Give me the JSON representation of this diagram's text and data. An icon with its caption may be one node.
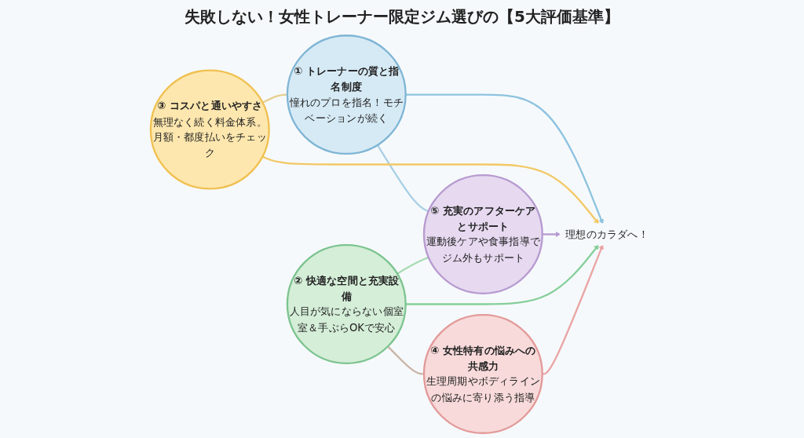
{
  "diagram": {
    "title": "失敗しない！女性トレーナー限定ジム選びの【5大評価基準】",
    "nodes": [
      {
        "text": [
          "① トレーナーの質と指名制度",
          "憧れのプロを指名！モチベーションが続く"
        ]
      },
      {
        "text": [
          "② 快適な空間と充実設備",
          "人目が気にならない個室室＆手ぶらOKで安心"
        ]
      },
      {
        "text": [
          "③ コスパと通いやすさ",
          "無理なく続く料金体系。月額・都度払いをチェック"
        ]
      },
      {
        "text": [
          "④ 女性特有の悩みへの共感力",
          "生理周期やボディラインの悩みに寄り添う指導"
        ]
      },
      {
        "text": [
          "⑤ 充実のアフターケアとサポート",
          "運動後ケアや食事指導でジム外もサポート"
        ]
      },
      {
        "text": [
          "理想のカラダへ！"
        ]
      }
    ],
    "edges": [
      {
        "from": 2,
        "to": 0,
        "arrow": "none",
        "color": "#e6cf8f"
      },
      {
        "from": 0,
        "to": 4,
        "arrow": "none",
        "color": "#a9d0e6"
      },
      {
        "from": 1,
        "to": 4,
        "arrow": "none",
        "color": "#a8dbb4"
      },
      {
        "from": 1,
        "to": 3,
        "arrow": "none",
        "color": "#c9b5a8"
      },
      {
        "from": 0,
        "to": 5,
        "arrow": "to",
        "color": "#8ec3e0"
      },
      {
        "from": 2,
        "to": 5,
        "arrow": "to",
        "color": "#f2c866"
      },
      {
        "from": 4,
        "to": 5,
        "arrow": "to",
        "color": "#b79ad0"
      },
      {
        "from": 1,
        "to": 5,
        "arrow": "to",
        "color": "#86cf9a"
      },
      {
        "from": 3,
        "to": 5,
        "arrow": "to",
        "color": "#eaa5a5"
      }
    ]
  }
}
